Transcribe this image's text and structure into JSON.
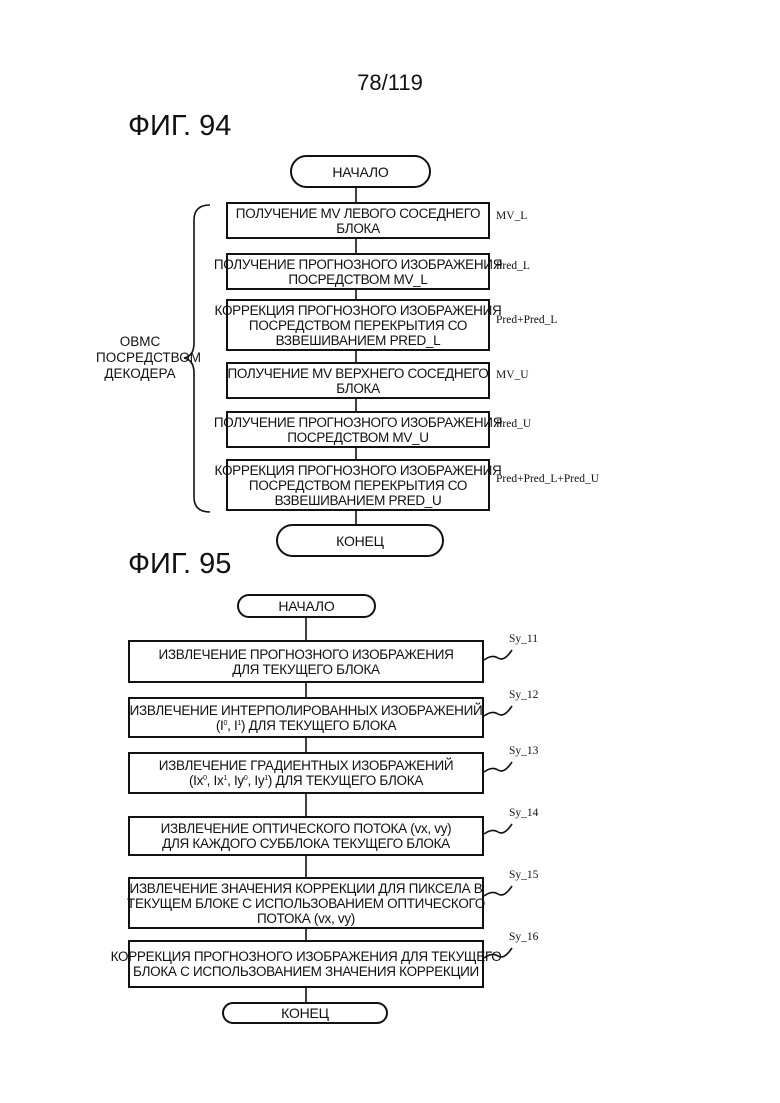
{
  "page_number": "78/119",
  "fig94": {
    "title": "ФИГ. 94",
    "start": "НАЧАЛО",
    "end": "КОНЕЦ",
    "brace_label": [
      "OBMC",
      "ПОСРЕДСТВОМ",
      "ДЕКОДЕРА"
    ],
    "steps": [
      {
        "lines": [
          "ПОЛУЧЕНИЕ MV ЛЕВОГО СОСЕДНЕГО",
          "БЛОКА"
        ],
        "side": "MV_L"
      },
      {
        "lines": [
          "ПОЛУЧЕНИЕ ПРОГНОЗНОГО ИЗОБРАЖЕНИЯ",
          "ПОСРЕДСТВОМ MV_L"
        ],
        "side": "Pred_L"
      },
      {
        "lines": [
          "КОРРЕКЦИЯ ПРОГНОЗНОГО ИЗОБРАЖЕНИЯ",
          "ПОСРЕДСТВОМ ПЕРЕКРЫТИЯ СО",
          "ВЗВЕШИВАНИЕМ PRED_L"
        ],
        "side": "Pred+Pred_L"
      },
      {
        "lines": [
          "ПОЛУЧЕНИЕ MV ВЕРХНЕГО СОСЕДНЕГО",
          "БЛОКА"
        ],
        "side": "MV_U"
      },
      {
        "lines": [
          "ПОЛУЧЕНИЕ ПРОГНОЗНОГО ИЗОБРАЖЕНИЯ",
          "ПОСРЕДСТВОМ MV_U"
        ],
        "side": "Pred_U"
      },
      {
        "lines": [
          "КОРРЕКЦИЯ ПРОГНОЗНОГО ИЗОБРАЖЕНИЯ",
          "ПОСРЕДСТВОМ ПЕРЕКРЫТИЯ СО",
          "ВЗВЕШИВАНИЕМ PRED_U"
        ],
        "side": "Pred+Pred_L+Pred_U"
      }
    ]
  },
  "fig95": {
    "title": "ФИГ. 95",
    "start": "НАЧАЛО",
    "end": "КОНЕЦ",
    "steps": [
      {
        "lines": [
          "ИЗВЛЕЧЕНИЕ ПРОГНОЗНОГО ИЗОБРАЖЕНИЯ",
          "ДЛЯ ТЕКУЩЕГО БЛОКА"
        ],
        "side": "Sy_11"
      },
      {
        "lines": [
          "ИЗВЛЕЧЕНИЕ ИНТЕРПОЛИРОВАННЫХ ИЗОБРАЖЕНИЙ"
        ],
        "line2": {
          "pre": "(I",
          "s1": "0",
          "mid": ", I",
          "s2": "1",
          "post": ") ДЛЯ ТЕКУЩЕГО БЛОКА"
        },
        "side": "Sy_12"
      },
      {
        "lines": [
          "ИЗВЛЕЧЕНИЕ ГРАДИЕНТНЫХ ИЗОБРАЖЕНИЙ"
        ],
        "line2": {
          "a": "(Ix",
          "a_s": "0",
          "b": ", Ix",
          "b_s": "1",
          "c": ", Iy",
          "c_s": "0",
          "d": ", Iy",
          "d_s": "1",
          "post": ") ДЛЯ ТЕКУЩЕГО БЛОКА"
        },
        "side": "Sy_13"
      },
      {
        "lines": [
          "ИЗВЛЕЧЕНИЕ ОПТИЧЕСКОГО ПОТОКА (vx, vy)",
          "ДЛЯ КАЖДОГО СУББЛОКА ТЕКУЩЕГО БЛОКА"
        ],
        "side": "Sy_14"
      },
      {
        "lines": [
          "ИЗВЛЕЧЕНИЕ ЗНАЧЕНИЯ КОРРЕКЦИИ ДЛЯ ПИКСЕЛА В",
          "ТЕКУЩЕМ БЛОКЕ С ИСПОЛЬЗОВАНИЕМ ОПТИЧЕСКОГО",
          "ПОТОКА (vx, vy)"
        ],
        "side": "Sy_15"
      },
      {
        "lines": [
          "КОРРЕКЦИЯ ПРОГНОЗНОГО ИЗОБРАЖЕНИЯ ДЛЯ ТЕКУЩЕГО",
          "БЛОКА С ИСПОЛЬЗОВАНИЕМ ЗНАЧЕНИЯ КОРРЕКЦИИ"
        ],
        "side": "Sy_16"
      }
    ]
  }
}
